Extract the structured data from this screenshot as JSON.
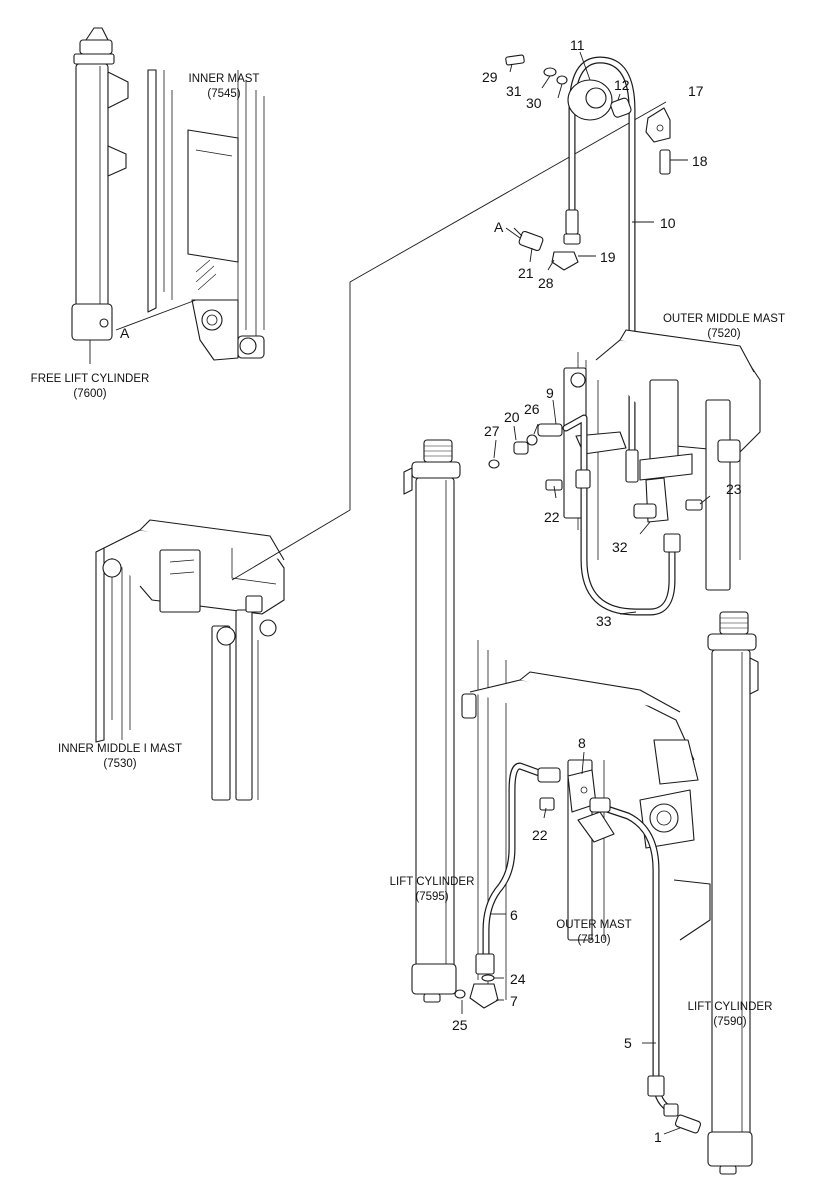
{
  "assembly_labels": {
    "inner_mast": {
      "name": "INNER MAST",
      "code": "(7545)"
    },
    "free_lift_cylinder": {
      "name": "FREE LIFT CYLINDER",
      "code": "(7600)"
    },
    "inner_middle_mast": {
      "name": "INNER MIDDLE I MAST",
      "code": "(7530)"
    },
    "outer_middle_mast": {
      "name": "OUTER MIDDLE MAST",
      "code": "(7520)"
    },
    "lift_cylinder_left": {
      "name": "LIFT CYLINDER",
      "code": "(7595)"
    },
    "outer_mast": {
      "name": "OUTER MAST",
      "code": "(7510)"
    },
    "lift_cylinder_right": {
      "name": "LIFT CYLINDER",
      "code": "(7590)"
    }
  },
  "reference_marks": {
    "point_a_top": "A",
    "point_a_cylinder": "A"
  },
  "callouts": [
    "1",
    "5",
    "6",
    "7",
    "8",
    "9",
    "10",
    "11",
    "12",
    "17",
    "18",
    "19",
    "20",
    "21",
    "22",
    "22",
    "23",
    "24",
    "25",
    "26",
    "27",
    "28",
    "29",
    "30",
    "31",
    "32",
    "33"
  ]
}
